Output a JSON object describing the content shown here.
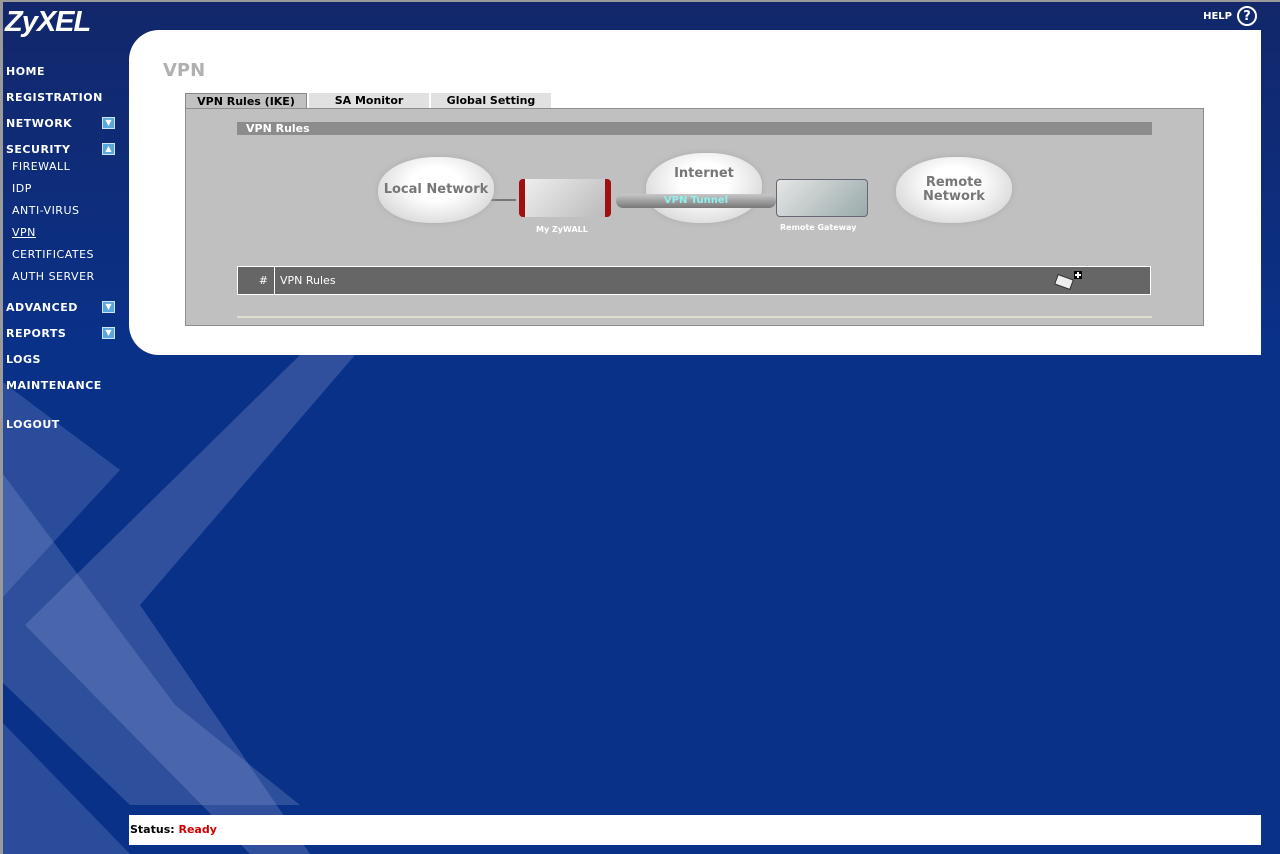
{
  "brand": "ZyXEL",
  "help_label": "HELP",
  "nav": {
    "home": "HOME",
    "registration": "REGISTRATION",
    "network": "NETWORK",
    "security": "SECURITY",
    "security_items": [
      "FIREWALL",
      "IDP",
      "ANTI-VIRUS",
      "VPN",
      "CERTIFICATES",
      "AUTH SERVER"
    ],
    "advanced": "ADVANCED",
    "reports": "REPORTS",
    "logs": "LOGS",
    "maintenance": "MAINTENANCE",
    "logout": "LOGOUT"
  },
  "page_title": "VPN",
  "tabs": [
    "VPN Rules (IKE)",
    "SA Monitor",
    "Global Setting"
  ],
  "section_title": "VPN Rules",
  "diagram": {
    "local": "Local Network",
    "device": "My ZyWALL",
    "internet": "Internet",
    "tunnel": "VPN Tunnel",
    "gateway": "Remote Gateway",
    "remote": "Remote Network"
  },
  "table": {
    "col_num": "#",
    "col_rules": "VPN Rules"
  },
  "status": {
    "label": "Status:",
    "value": "Ready"
  }
}
